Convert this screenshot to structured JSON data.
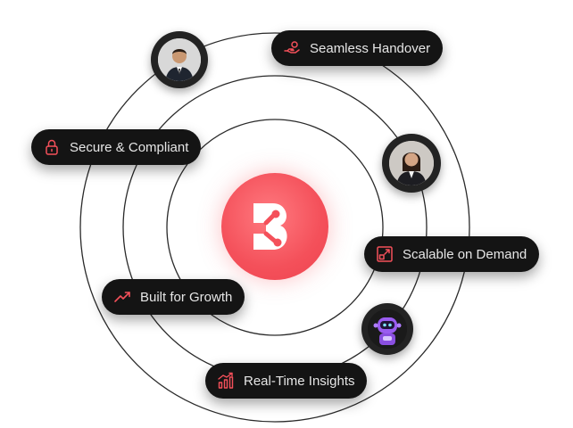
{
  "features": {
    "seamless_handover": {
      "label": "Seamless Handover",
      "icon": "hand-coin-icon"
    },
    "secure_compliant": {
      "label": "Secure & Compliant",
      "icon": "lock-icon"
    },
    "scalable_on_demand": {
      "label": "Scalable on Demand",
      "icon": "expand-arrows-icon"
    },
    "built_for_growth": {
      "label": "Built for Growth",
      "icon": "trend-up-icon"
    },
    "real_time_insights": {
      "label": "Real-Time Insights",
      "icon": "bar-chart-icon"
    }
  },
  "avatars": {
    "businessman": {
      "icon": "businessman-avatar"
    },
    "businesswoman": {
      "icon": "businesswoman-avatar"
    },
    "robot": {
      "icon": "robot-avatar"
    }
  },
  "colors": {
    "accent": "#f4505a",
    "pill_background": "#141414",
    "pill_text": "#e6e6e6",
    "orbit_line": "#2a2a2a"
  },
  "logo": {
    "icon": "brand-logo"
  }
}
